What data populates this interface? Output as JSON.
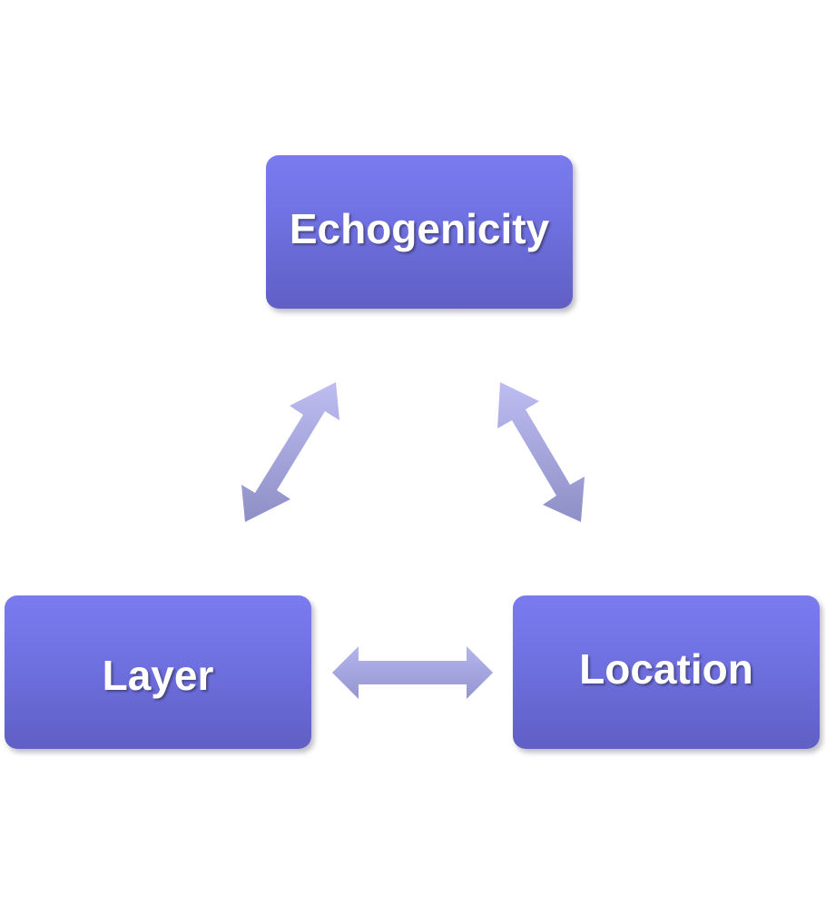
{
  "nodes": {
    "top": "Echogenicity",
    "left": "Layer",
    "right": "Location"
  },
  "colors": {
    "node_top": "#7a7bef",
    "node_bottom": "#5f5fc4",
    "arrow_light": "#b9b9ee",
    "arrow_dark": "#8f90c8"
  }
}
